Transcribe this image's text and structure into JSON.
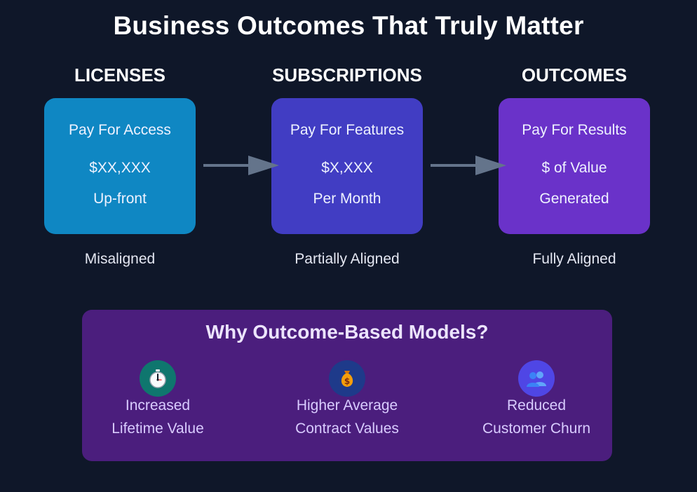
{
  "title": "Business Outcomes That Truly Matter",
  "columns": [
    {
      "heading": "LICENSES",
      "lines": [
        "Pay For Access",
        "$XX,XXX",
        "Up-front"
      ],
      "alignment": "Misaligned",
      "color": "#0f87c3"
    },
    {
      "heading": "SUBSCRIPTIONS",
      "lines": [
        "Pay For Features",
        "$X,XXX",
        "Per Month"
      ],
      "alignment": "Partially Aligned",
      "color": "#413dc3"
    },
    {
      "heading": "OUTCOMES",
      "lines": [
        "Pay For Results",
        "$ of Value",
        "Generated"
      ],
      "alignment": "Fully Aligned",
      "color": "#6a32c9"
    }
  ],
  "why": {
    "title": "Why Outcome-Based Models?",
    "benefits": [
      {
        "icon": "stopwatch-icon",
        "line1": "Increased",
        "line2": "Lifetime Value"
      },
      {
        "icon": "money-bag-icon",
        "line1": "Higher Average",
        "line2": "Contract Values"
      },
      {
        "icon": "people-icon",
        "line1": "Reduced",
        "line2": "Customer Churn"
      }
    ]
  },
  "colors": {
    "background": "#0f1729",
    "arrow": "#64748b",
    "why_box": "#4b1e7d"
  }
}
